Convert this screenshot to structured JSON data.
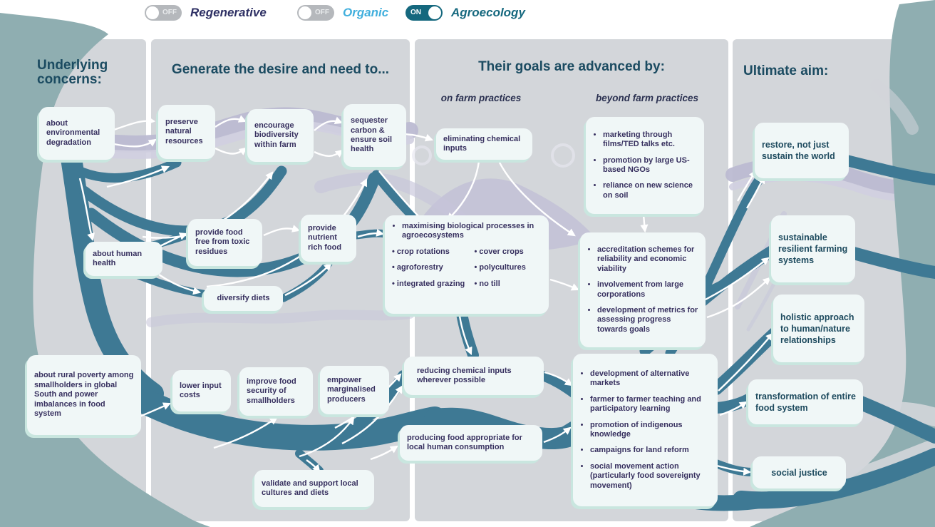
{
  "colors": {
    "background": "#ffffff",
    "column_bg": "#d3d6da",
    "sage_edge": "#8faeb1",
    "river_teal": "#3e7994",
    "ribbon_lavender": "#bcbbd2",
    "ribbon_lavender_light": "#d0cfe0",
    "card_bg": "#f0f7f7",
    "card_edge": "#c9e6df",
    "text_purple": "#37305f",
    "text_teal_dark": "#1b4b61",
    "toggle_off_gray": "#b5b8bc",
    "toggle_on_teal": "#15687e",
    "label_regenerative": "#2d2f63",
    "label_organic": "#41afdd",
    "label_agroecology": "#15687e"
  },
  "toggles": [
    {
      "label": "Regenerative",
      "state": "OFF"
    },
    {
      "label": "Organic",
      "state": "OFF"
    },
    {
      "label": "Agroecology",
      "state": "ON"
    }
  ],
  "columns": {
    "concerns": {
      "title": "Underlying concerns:"
    },
    "desires": {
      "title": "Generate the desire and need to..."
    },
    "advanced": {
      "title": "Their goals are advanced by:",
      "on_farm": "on farm practices",
      "beyond_farm": "beyond farm practices"
    },
    "aim": {
      "title": "Ultimate aim:"
    }
  },
  "boxes": {
    "environment": "about environmental degradation",
    "human_health": "about human health",
    "rural_poverty": "about rural poverty among smallholders in global South and power imbalances in food system",
    "preserve": "preserve natural resources",
    "biodiversity": "encourage biodiversity within farm",
    "sequester": "sequester carbon & ensure soil health",
    "toxic": "provide food free from toxic residues",
    "nutrient": "provide nutrient rich food",
    "diversify": "diversify diets",
    "lower_costs": "lower input costs",
    "food_security": "improve food security of smallholders",
    "empower": "empower marginalised producers",
    "validate": "validate and support local cultures and diets",
    "eliminating": "eliminating chemical inputs",
    "reducing": "reducing chemical inputs wherever possible",
    "producing": "producing food appropriate for local human consumption",
    "outreach_items": [
      "marketing through films/TED talks etc.",
      "promotion by large US-based NGOs",
      "reliance on new science on soil"
    ],
    "practices_lead": "maximising biological processes in agroecosystems",
    "practices_pairs": [
      [
        "crop rotations",
        "cover crops"
      ],
      [
        "agroforestry",
        "polycultures"
      ],
      [
        "integrated grazing",
        "no till"
      ]
    ],
    "accreditation_items": [
      "accreditation schemes for reliability and economic viability",
      "involvement from large corporations",
      "development of metrics for assessing progress towards goals"
    ],
    "movement_items": [
      "development of alternative markets",
      "farmer to farmer teaching and participatory learning",
      "promotion of indigenous knowledge",
      "campaigns for land reform",
      "social movement action (particularly food sovereignty movement)"
    ],
    "restore": "restore, not just sustain the world",
    "sustainable": "sustainable resilient farming systems",
    "holistic": "holistic approach to human/nature relationships",
    "transformation": "transformation of entire food system",
    "social_justice": "social justice"
  }
}
